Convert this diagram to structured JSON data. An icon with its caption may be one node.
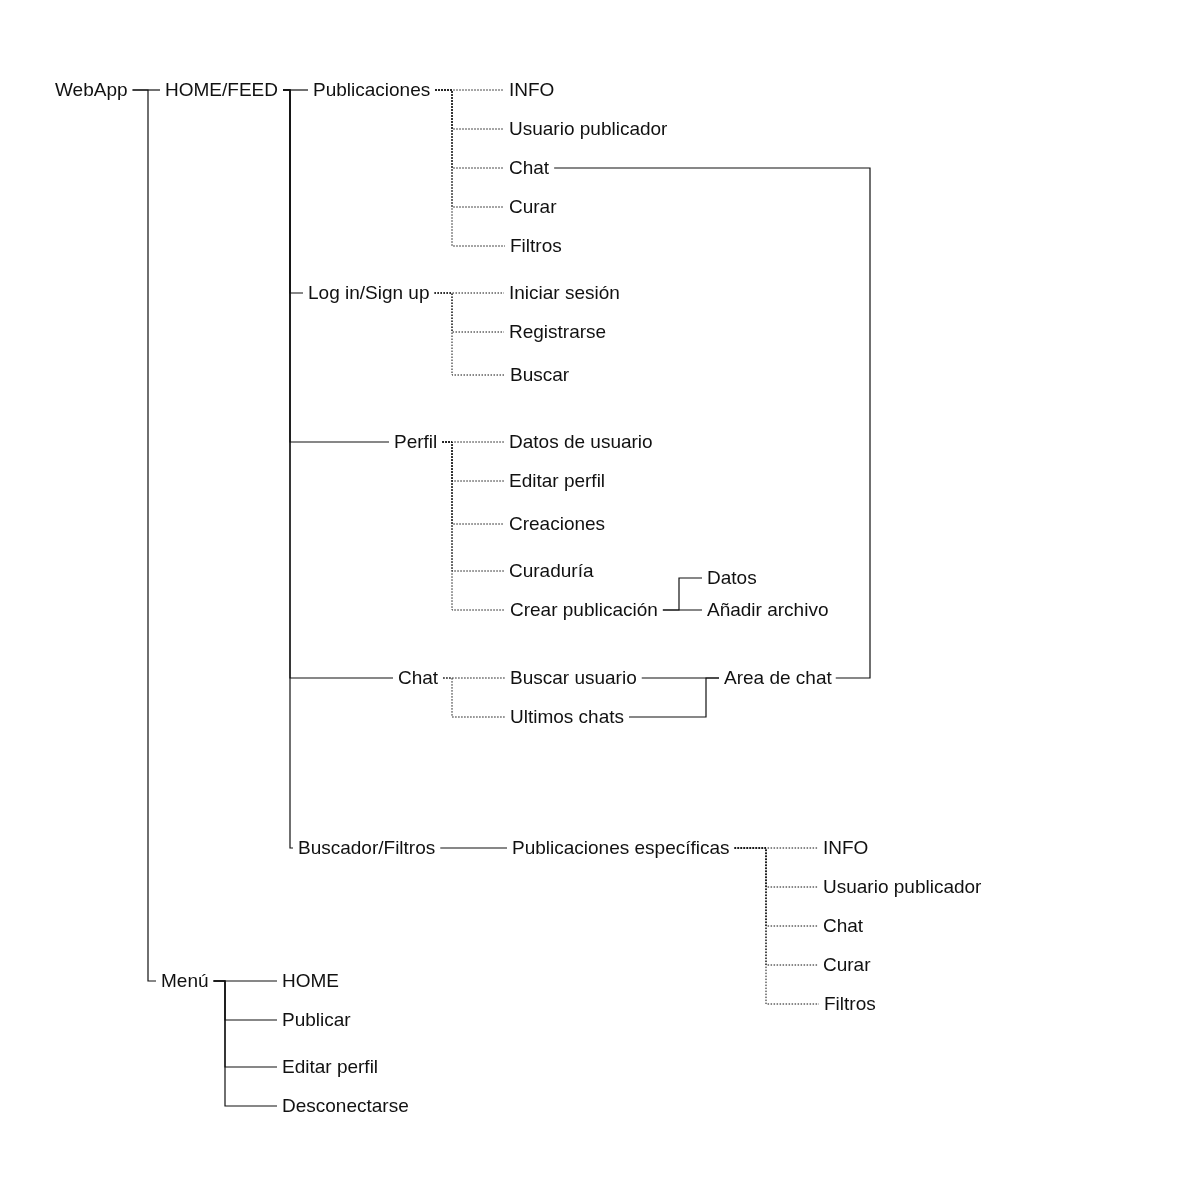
{
  "diagram": {
    "nodes": [
      {
        "text": [
          "WebApp"
        ]
      },
      {
        "text": [
          "HOME/FEED"
        ]
      },
      {
        "text": [
          "Publicaciones"
        ]
      },
      {
        "text": [
          "INFO"
        ]
      },
      {
        "text": [
          "Usuario publicador"
        ]
      },
      {
        "text": [
          "Chat"
        ]
      },
      {
        "text": [
          "Curar"
        ]
      },
      {
        "text": [
          "Filtros"
        ]
      },
      {
        "text": [
          "Log in/Sign up"
        ]
      },
      {
        "text": [
          "Iniciar sesión"
        ]
      },
      {
        "text": [
          "Registrarse"
        ]
      },
      {
        "text": [
          "Buscar"
        ]
      },
      {
        "text": [
          "Perfil"
        ]
      },
      {
        "text": [
          "Datos de usuario"
        ]
      },
      {
        "text": [
          "Editar perfil"
        ]
      },
      {
        "text": [
          "Creaciones"
        ]
      },
      {
        "text": [
          "Curaduría"
        ]
      },
      {
        "text": [
          "Crear publicación"
        ]
      },
      {
        "text": [
          "Datos"
        ]
      },
      {
        "text": [
          "Añadir archivo"
        ]
      },
      {
        "text": [
          "Chat"
        ]
      },
      {
        "text": [
          "Buscar usuario"
        ]
      },
      {
        "text": [
          "Ultimos chats"
        ]
      },
      {
        "text": [
          "Area de chat"
        ]
      },
      {
        "text": [
          "Buscador/Filtros"
        ]
      },
      {
        "text": [
          "Publicaciones específicas"
        ]
      },
      {
        "text": [
          "INFO"
        ]
      },
      {
        "text": [
          "Usuario publicador"
        ]
      },
      {
        "text": [
          "Chat"
        ]
      },
      {
        "text": [
          "Curar"
        ]
      },
      {
        "text": [
          "Filtros"
        ]
      },
      {
        "text": [
          "Menú"
        ]
      },
      {
        "text": [
          "HOME"
        ]
      },
      {
        "text": [
          "Publicar"
        ]
      },
      {
        "text": [
          "Editar perfil"
        ]
      },
      {
        "text": [
          "Desconectarse"
        ]
      }
    ],
    "edges": [
      {
        "from": 0,
        "to": 1,
        "arrow": "none"
      },
      {
        "from": 0,
        "to": 31,
        "arrow": "none"
      },
      {
        "from": 1,
        "to": 2,
        "arrow": "none"
      },
      {
        "from": 1,
        "to": 8,
        "arrow": "none"
      },
      {
        "from": 1,
        "to": 12,
        "arrow": "none"
      },
      {
        "from": 1,
        "to": 20,
        "arrow": "none"
      },
      {
        "from": 1,
        "to": 24,
        "arrow": "none"
      },
      {
        "from": 2,
        "to": 3,
        "arrow": "none",
        "style": "dashed"
      },
      {
        "from": 2,
        "to": 4,
        "arrow": "none",
        "style": "dashed"
      },
      {
        "from": 2,
        "to": 5,
        "arrow": "none",
        "style": "dashed"
      },
      {
        "from": 2,
        "to": 6,
        "arrow": "none",
        "style": "dashed"
      },
      {
        "from": 2,
        "to": 7,
        "arrow": "none",
        "style": "dashed"
      },
      {
        "from": 8,
        "to": 9,
        "arrow": "none",
        "style": "dashed"
      },
      {
        "from": 8,
        "to": 10,
        "arrow": "none",
        "style": "dashed"
      },
      {
        "from": 8,
        "to": 11,
        "arrow": "none",
        "style": "dashed"
      },
      {
        "from": 12,
        "to": 13,
        "arrow": "none",
        "style": "dashed"
      },
      {
        "from": 12,
        "to": 14,
        "arrow": "none",
        "style": "dashed"
      },
      {
        "from": 12,
        "to": 15,
        "arrow": "none",
        "style": "dashed"
      },
      {
        "from": 12,
        "to": 16,
        "arrow": "none",
        "style": "dashed"
      },
      {
        "from": 12,
        "to": 17,
        "arrow": "none",
        "style": "dashed"
      },
      {
        "from": 17,
        "to": 18,
        "arrow": "none"
      },
      {
        "from": 17,
        "to": 19,
        "arrow": "none"
      },
      {
        "from": 20,
        "to": 21,
        "arrow": "none",
        "style": "dashed"
      },
      {
        "from": 20,
        "to": 22,
        "arrow": "none",
        "style": "dashed"
      },
      {
        "from": 21,
        "to": 23,
        "arrow": "none"
      },
      {
        "from": 22,
        "to": 23,
        "arrow": "none"
      },
      {
        "from": 5,
        "to": 23,
        "arrow": "none"
      },
      {
        "from": 24,
        "to": 25,
        "arrow": "none"
      },
      {
        "from": 25,
        "to": 26,
        "arrow": "none",
        "style": "dashed"
      },
      {
        "from": 25,
        "to": 27,
        "arrow": "none",
        "style": "dashed"
      },
      {
        "from": 25,
        "to": 28,
        "arrow": "none",
        "style": "dashed"
      },
      {
        "from": 25,
        "to": 29,
        "arrow": "none",
        "style": "dashed"
      },
      {
        "from": 25,
        "to": 30,
        "arrow": "none",
        "style": "dashed"
      },
      {
        "from": 31,
        "to": 32,
        "arrow": "none"
      },
      {
        "from": 31,
        "to": 33,
        "arrow": "none"
      },
      {
        "from": 31,
        "to": 34,
        "arrow": "none"
      },
      {
        "from": 31,
        "to": 35,
        "arrow": "none"
      }
    ]
  }
}
